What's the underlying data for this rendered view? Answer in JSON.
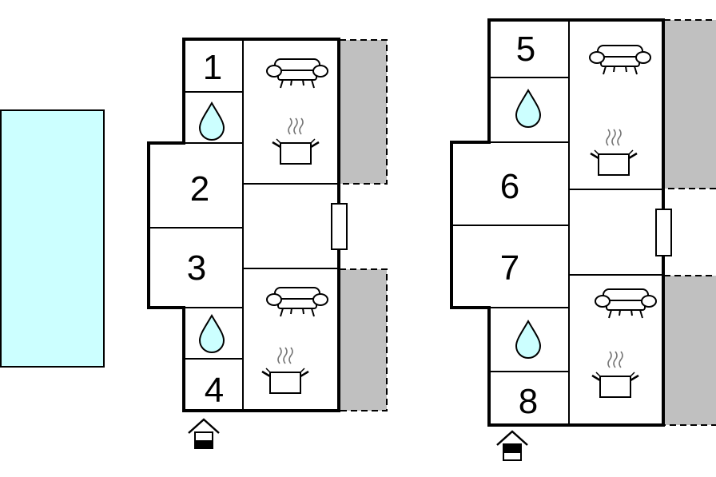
{
  "colors": {
    "pool": "#ccffff",
    "water": "#ccffff",
    "terrace": "#c0c0c0",
    "wall": "#000000",
    "background": "#ffffff"
  },
  "icons": [
    "sofa-icon",
    "cooking-pot-icon",
    "water-drop-icon",
    "house-entrance-icon"
  ],
  "rooms": {
    "r1": "1",
    "r2": "2",
    "r3": "3",
    "r4": "4",
    "r5": "5",
    "r6": "6",
    "r7": "7",
    "r8": "8"
  }
}
